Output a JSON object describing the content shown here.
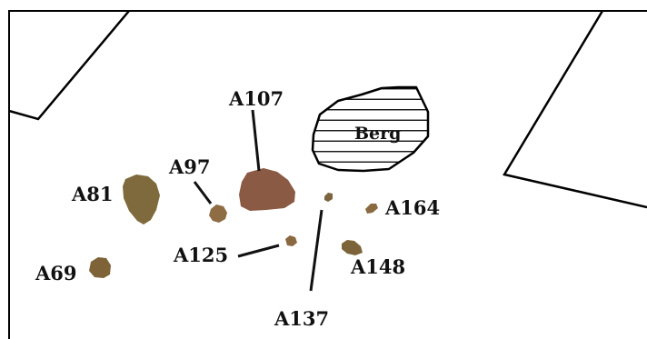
{
  "map": {
    "berg": {
      "label": "Berg"
    },
    "features": {
      "a69": {
        "label": "A69",
        "color": "#7e6238"
      },
      "a81": {
        "label": "A81",
        "color": "#7e6a3c"
      },
      "a97": {
        "label": "A97",
        "color": "#8e6c44"
      },
      "a107": {
        "label": "A107",
        "color": "#8a5a45"
      },
      "a125": {
        "label": "A125",
        "color": "#8a6840"
      },
      "a137": {
        "label": "A137",
        "color": "#7c6440"
      },
      "a148": {
        "label": "A148",
        "color": "#7d6339"
      },
      "a164": {
        "label": "A164",
        "color": "#8a6a40"
      }
    }
  }
}
